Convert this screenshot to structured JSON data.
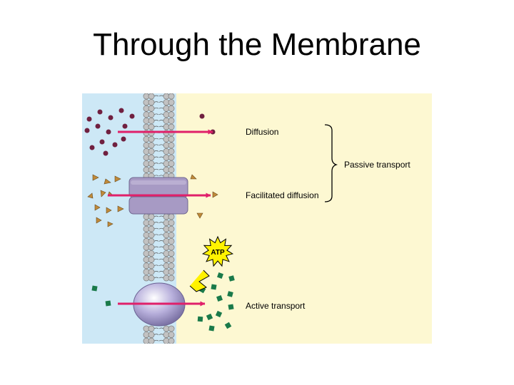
{
  "slide": {
    "title": "Through the Membrane"
  },
  "labels": {
    "diffusion": "Diffusion",
    "facilitated_diffusion": "Facilitated diffusion",
    "active_transport": "Active transport",
    "passive_transport": "Passive transport",
    "atp": "ATP"
  },
  "colors": {
    "outside": "#cde8f6",
    "inside": "#fdf8d2",
    "lipid_head": "#c2c2c2",
    "arrow": "#e0206a",
    "diffusion_molecule": "#702040",
    "facilitated_molecule": "#c08a3a",
    "active_molecule": "#1a7a4a",
    "channel_protein": "#a79ac4",
    "pump_protein": "#b8b0dc",
    "atp_burst": "#fff200"
  },
  "icons": {
    "diffusion": "dark-circle-molecule",
    "facilitated": "triangle-molecule",
    "active": "square-molecule",
    "energy": "atp-starburst",
    "bracket": "curly-brace"
  }
}
